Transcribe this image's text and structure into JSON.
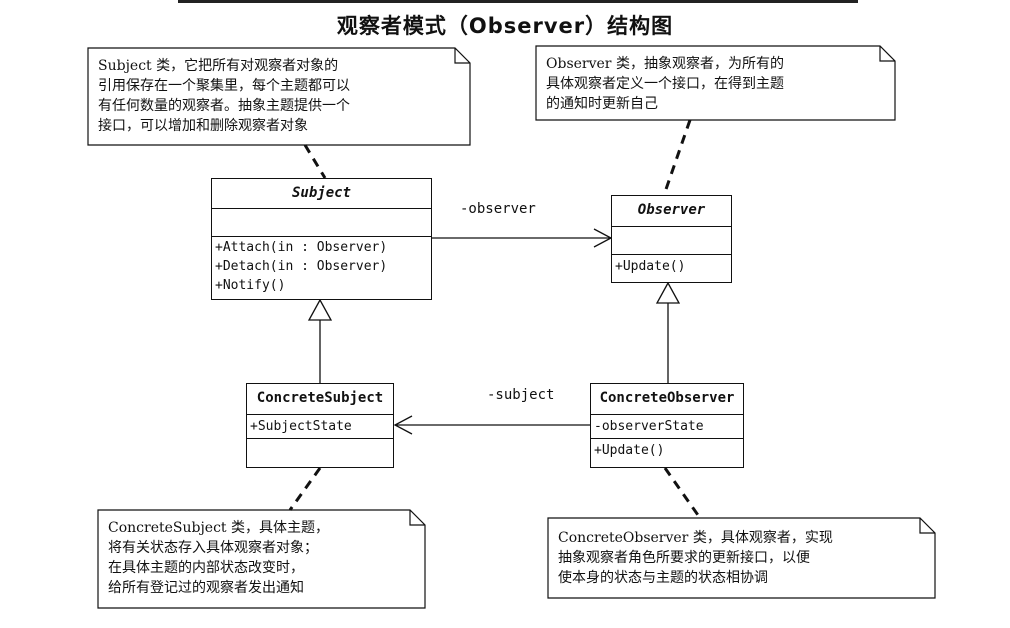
{
  "title": "观察者模式（Observer）结构图",
  "notes": {
    "subject": "Subject 类，它把所有对观察者对象的\n引用保存在一个聚集里，每个主题都可以\n有任何数量的观察者。抽象主题提供一个\n接口，可以增加和删除观察者对象",
    "observer": "Observer 类，抽象观察者，为所有的\n具体观察者定义一个接口，在得到主题\n的通知时更新自己",
    "concrete_subject": "ConcreteSubject 类，具体主题，\n将有关状态存入具体观察者对象；\n在具体主题的内部状态改变时，\n给所有登记过的观察者发出通知",
    "concrete_observer": "ConcreteObserver 类，具体观察者，实现\n抽象观察者角色所要求的更新接口，以便\n使本身的状态与主题的状态相协调"
  },
  "classes": {
    "subject": {
      "name": "Subject",
      "methods": [
        "+Attach(in  : Observer)",
        "+Detach(in  : Observer)",
        "+Notify()"
      ]
    },
    "observer": {
      "name": "Observer",
      "methods": [
        "+Update()"
      ]
    },
    "concrete_subject": {
      "name": "ConcreteSubject",
      "attributes": [
        "+SubjectState"
      ]
    },
    "concrete_observer": {
      "name": "ConcreteObserver",
      "attributes": [
        "-observerState"
      ],
      "methods": [
        "+Update()"
      ]
    }
  },
  "associations": {
    "observer_role": "-observer",
    "subject_role": "-subject"
  }
}
